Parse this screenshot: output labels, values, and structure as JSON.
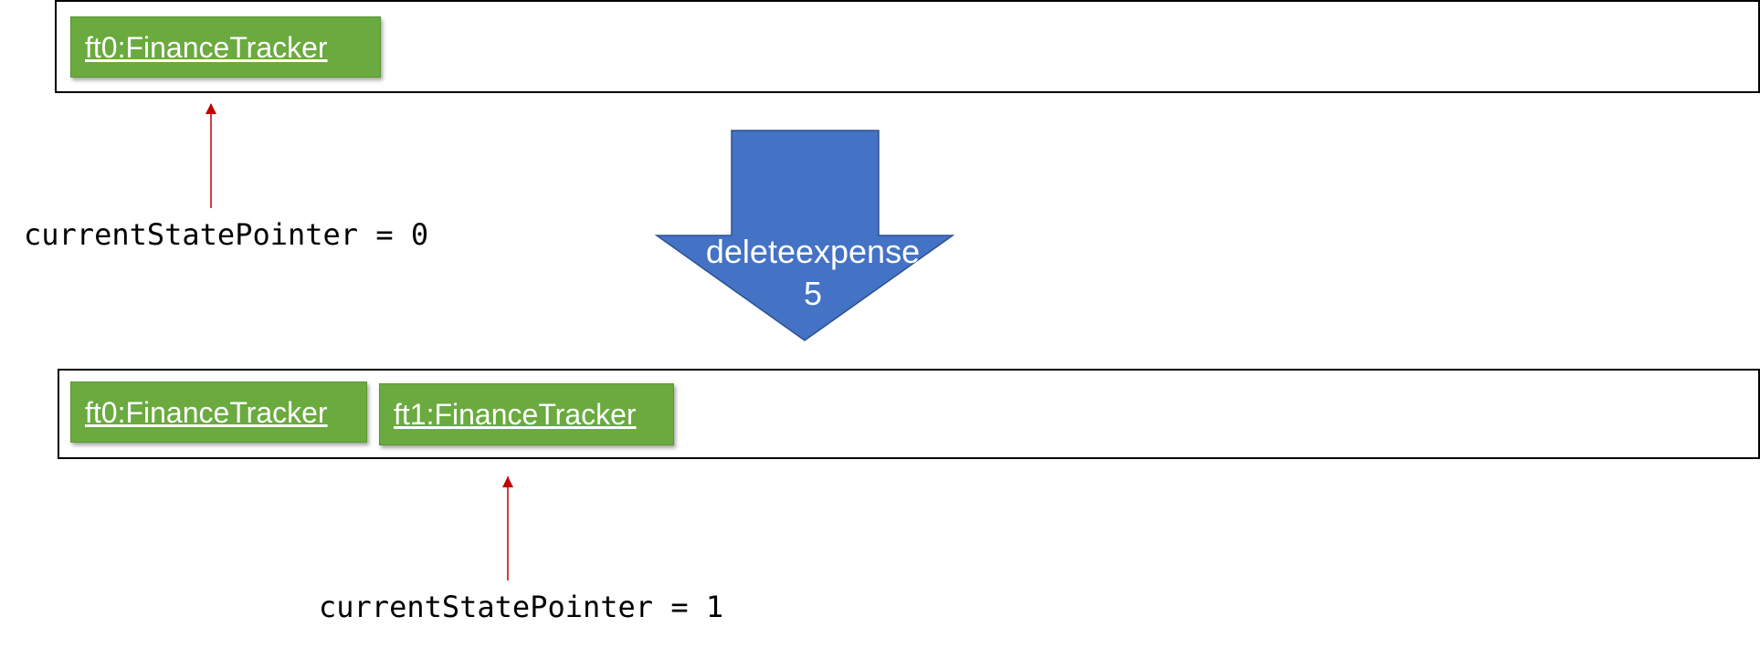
{
  "colors": {
    "state_box_fill": "#6aaa3f",
    "state_box_border": "#5a9634",
    "big_arrow_fill": "#4472c4",
    "big_arrow_stroke": "#2f528f",
    "pointer_arrow": "#c00000",
    "row_border": "#000000"
  },
  "before": {
    "states": [
      "ft0:FinanceTracker"
    ],
    "pointer_label": "currentStatePointer = 0"
  },
  "command": {
    "line1": "deleteexpense",
    "line2": "5"
  },
  "after": {
    "states": [
      "ft0:FinanceTracker",
      "ft1:FinanceTracker"
    ],
    "pointer_label": "currentStatePointer = 1"
  }
}
